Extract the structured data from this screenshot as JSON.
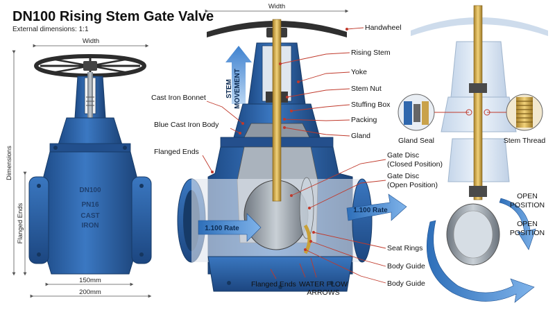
{
  "title": "DN100 Rising Stem Gate Valve",
  "subtitle": "External dimensions: 1:1",
  "left_view": {
    "width_label": "Width",
    "dimensions_label": "Dimensions",
    "flanged_ends_label": "Flanged Ends",
    "dim_150": "150mm",
    "dim_200": "200mm",
    "body_cast": [
      "DN100",
      "PN16",
      "CAST",
      "IRON"
    ]
  },
  "center_view": {
    "width_label": "Width",
    "stem_movement": [
      "STEM",
      "MOVEMENT"
    ],
    "flow_rate_left": "1.100 Rate",
    "flow_rate_right": "1.100 Rate",
    "labels_left": {
      "bonnet": "Cast Iron Bonnet",
      "body": "Blue Cast Iron Body",
      "flanged_ends": "Flanged Ends",
      "flanged_ends_bottom": "Flanged Ends"
    },
    "labels_right": {
      "handwheel": "Handwheel",
      "rising_stem": "Rising Stem",
      "yoke": "Yoke",
      "stem_nut": "Stem Nut",
      "stuffing_box": "Stuffing Box",
      "packing": "Packing",
      "gland": "Gland",
      "gate_closed_1": "Gate Disc",
      "gate_closed_2": "(Closed Position)",
      "gate_open_1": "Gate Disc",
      "gate_open_2": "(Open Position)",
      "seat_rings": "Seat Rings",
      "body_guide_1": "Body Guide",
      "body_guide_2": "Body Guide"
    },
    "water_flow": [
      "WATER FLOW",
      "ARROWS"
    ]
  },
  "right_view": {
    "gland_seal": "Gland Seal",
    "stem_thread": "Stem Thread",
    "open_position_1": [
      "OPEN",
      "POSITION"
    ],
    "open_position_2": [
      "OPEN",
      "POSITION"
    ]
  },
  "colors": {
    "valve_blue": "#2f67ad",
    "valve_dark": "#1e4a82",
    "brass": "#d9b24a",
    "grey_metal": "#9aa3ad",
    "flow_arrow": "#4f8fd6",
    "leader": "#c0392b"
  }
}
